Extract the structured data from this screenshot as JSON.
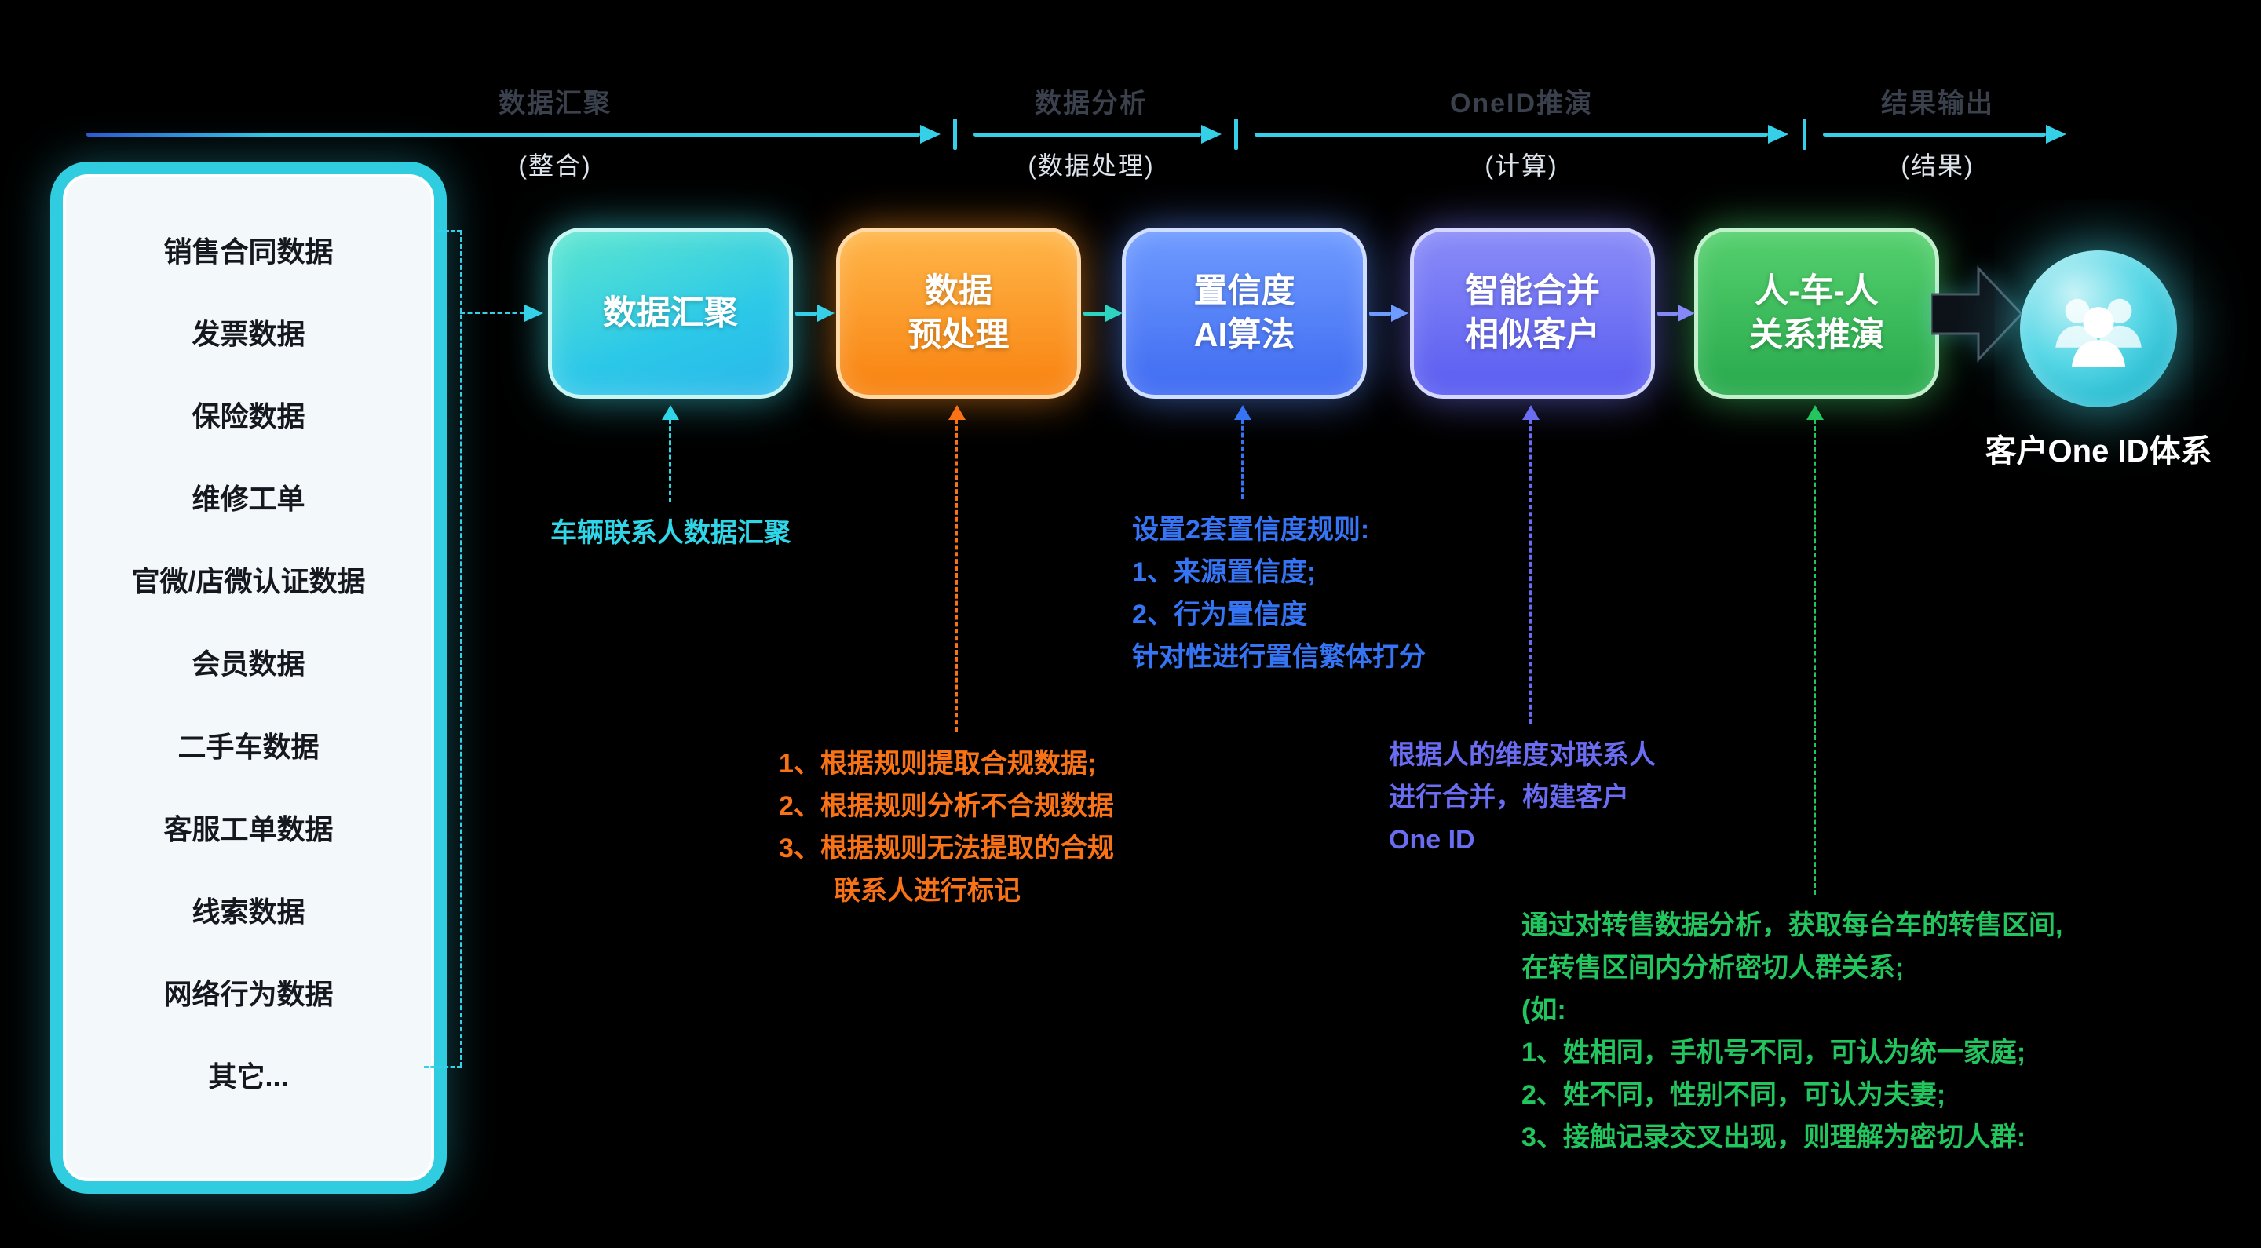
{
  "phases": [
    {
      "label": "数据汇聚",
      "sub": "(整合)"
    },
    {
      "label": "数据分析",
      "sub": "(数据处理)"
    },
    {
      "label": "OneID推演",
      "sub": "(计算)"
    },
    {
      "label": "结果输出",
      "sub": "(结果)"
    }
  ],
  "sources": {
    "items": [
      "销售合同数据",
      "发票数据",
      "保险数据",
      "维修工单",
      "官微/店微认证数据",
      "会员数据",
      "二手车数据",
      "客服工单数据",
      "线索数据",
      "网络行为数据",
      "其它..."
    ]
  },
  "steps": [
    {
      "lines": [
        "数据汇聚"
      ]
    },
    {
      "lines": [
        "数据",
        "预处理"
      ]
    },
    {
      "lines": [
        "置信度",
        "AI算法"
      ]
    },
    {
      "lines": [
        "智能合并",
        "相似客户"
      ]
    },
    {
      "lines": [
        "人-车-人",
        "关系推演"
      ]
    }
  ],
  "result": {
    "label": "客户One ID体系"
  },
  "notes": {
    "step1": {
      "lines": [
        "车辆联系人数据汇聚"
      ]
    },
    "step2": {
      "lines": [
        "1、根据规则提取合规数据;",
        "2、根据规则分析不合规数据",
        "3、根据规则无法提取的合规",
        "联系人进行标记"
      ]
    },
    "step3": {
      "lines": [
        "设置2套置信度规则:",
        "1、来源置信度;",
        "2、行为置信度",
        "针对性进行置信繁体打分"
      ]
    },
    "step4": {
      "lines": [
        "根据人的维度对联系人",
        "进行合并，构建客户",
        "One ID"
      ]
    },
    "step5": {
      "lines": [
        "通过对转售数据分析，获取每台车的转售区间,",
        "在转售区间内分析密切人群关系;",
        "(如:",
        "1、姓相同，手机号不同，可认为统一家庭;",
        "2、姓不同，性别不同，可认为夫妻;",
        "3、接触记录交叉出现，则理解为密切人群:"
      ]
    }
  },
  "colors": {
    "cyan": "#35d0e8",
    "orange": "#f97316",
    "blue": "#3575f5",
    "purple": "#6a6cf2",
    "green": "#22c55e"
  }
}
